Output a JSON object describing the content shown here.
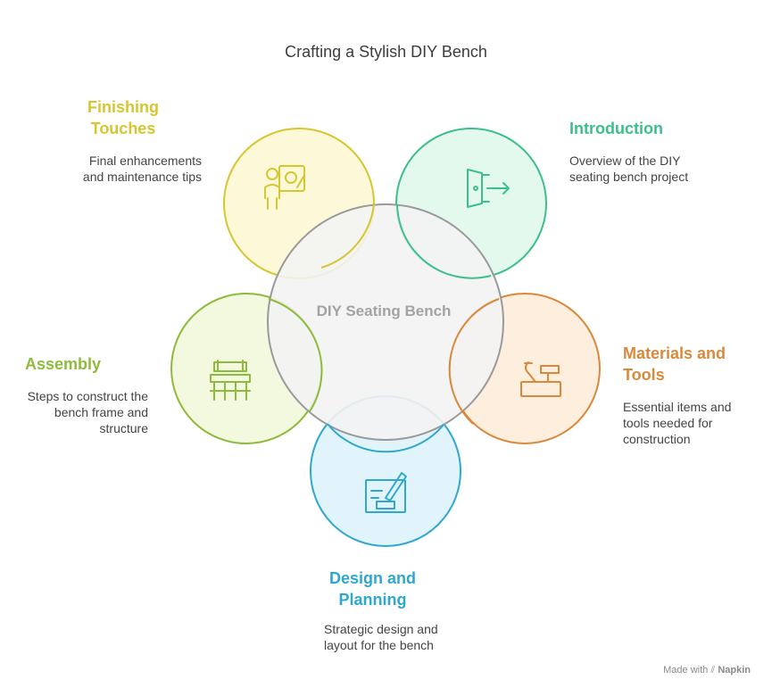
{
  "title": "Crafting a Stylish DIY Bench",
  "center": {
    "label": "DIY Seating Bench"
  },
  "nodes": [
    {
      "id": "finishing",
      "heading": "Finishing Touches",
      "desc": "Final enhancements and maintenance tips",
      "color": "#d6c62f",
      "fill": "#fdf8d8",
      "icon": "painter-icon"
    },
    {
      "id": "introduction",
      "heading": "Introduction",
      "desc": "Overview of the DIY seating bench project",
      "color": "#3dbf8c",
      "fill": "#e3f9ee",
      "icon": "door-exit-icon"
    },
    {
      "id": "materials",
      "heading": "Materials and Tools",
      "desc": "Essential items and tools needed for construction",
      "color": "#d9893c",
      "fill": "#fdeede",
      "icon": "toolbox-icon"
    },
    {
      "id": "design",
      "heading": "Design and Planning",
      "desc": "Strategic design and layout for the bench",
      "color": "#2ea8cf",
      "fill": "#e1f4fb",
      "icon": "blueprint-icon"
    },
    {
      "id": "assembly",
      "heading": "Assembly",
      "desc": "Steps to construct the bench frame and structure",
      "color": "#8fbb3c",
      "fill": "#f2f9df",
      "icon": "bench-icon"
    }
  ],
  "footer": {
    "made_with": "Made with",
    "brand": "Napkin"
  }
}
